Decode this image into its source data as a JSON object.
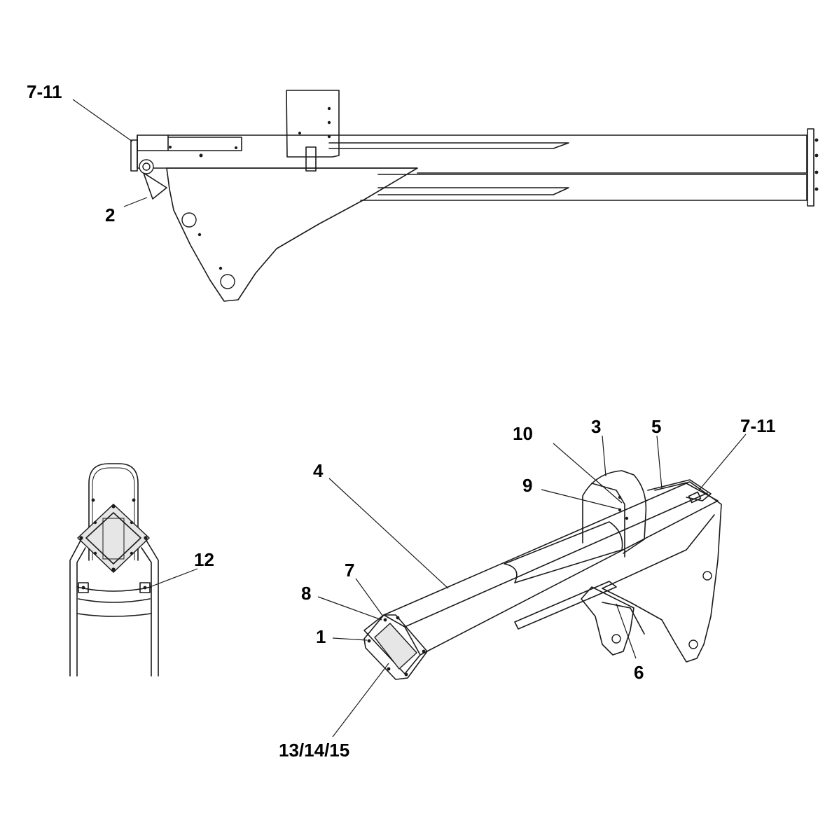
{
  "views": {
    "side": {
      "callouts": {
        "top_left": "7-11",
        "lower_left": "2"
      }
    },
    "end": {
      "callouts": {
        "right": "12"
      }
    },
    "iso": {
      "callouts": {
        "c4": "4",
        "c10": "10",
        "c9": "9",
        "c3": "3",
        "c5": "5",
        "c7_11": "7-11",
        "c7": "7",
        "c8": "8",
        "c1": "1",
        "c6": "6",
        "c13": "13/14/15"
      }
    }
  }
}
